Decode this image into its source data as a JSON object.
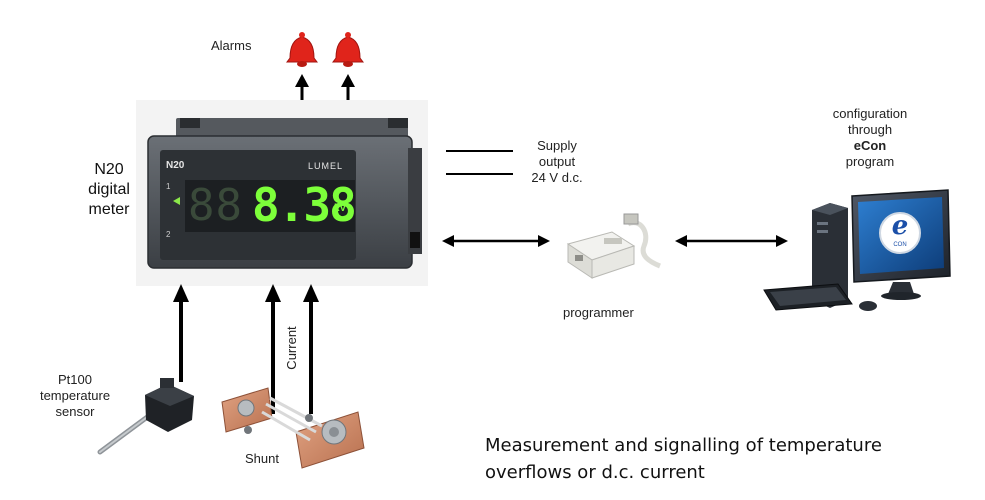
{
  "labels": {
    "alarms": "Alarms",
    "meter_line1": "N20",
    "meter_line2": "digital",
    "meter_line3": "meter",
    "supply_line1": "Supply",
    "supply_line2": "output",
    "supply_line3": "24 V d.c.",
    "config_line1": "configuration",
    "config_line2": "through",
    "config_line3": "eCon",
    "config_line4": "program",
    "programmer": "programmer",
    "sensor_line1": "Pt100",
    "sensor_line2": "temperature",
    "sensor_line3": "sensor",
    "shunt": "Shunt",
    "current": "Current"
  },
  "meter_panel": {
    "model": "N20",
    "brand": "LUMEL",
    "reading": "8.38",
    "unit": "kV",
    "indicator_1": "1",
    "indicator_2": "2"
  },
  "computer_logo": {
    "letter": "e",
    "text": "CON"
  },
  "caption": {
    "line1": "Measurement and signalling of temperature",
    "line2": "overflows or d.c. current"
  },
  "colors": {
    "alarm_red": "#e0241b",
    "display_green": "#7dff3a",
    "meter_body": "#4a4f55",
    "copper": "#c98a66",
    "arrow": "#000000"
  },
  "icons": [
    "alarm-bell-icon",
    "arrow-up-icon",
    "double-arrow-icon",
    "computer-icon",
    "programmer-device-icon",
    "temperature-sensor-icon",
    "shunt-icon"
  ]
}
